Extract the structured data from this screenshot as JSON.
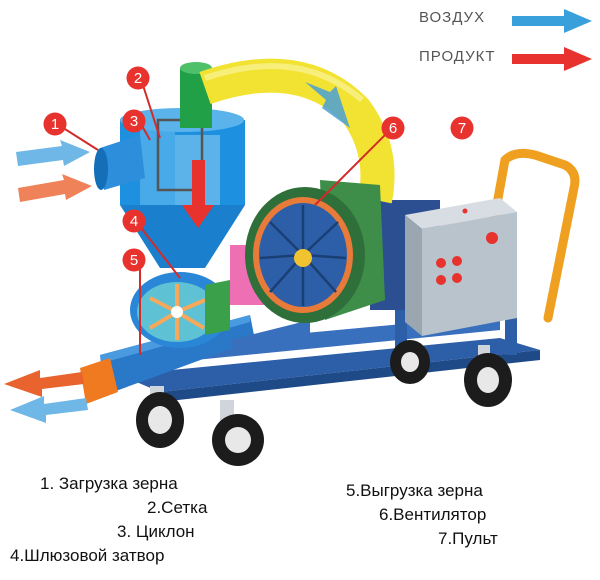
{
  "legend": {
    "air_label": "ВОЗДУХ",
    "product_label": "ПРОДУКТ",
    "air_color": "#3aa0dc",
    "product_color": "#e8322e"
  },
  "markers": [
    "1",
    "2",
    "3",
    "4",
    "5",
    "6",
    "7"
  ],
  "captions": {
    "c1": "1. Загрузка зерна",
    "c2": "2.Сетка",
    "c3": "3. Циклон",
    "c4": "4.Шлюзовой затвор",
    "c5": "5.Выгрузка зерна",
    "c6": "6.Вентилятор",
    "c7": "7.Пульт"
  },
  "colors": {
    "frame": "#2d5fa8",
    "cyclone": "#1e90e0",
    "pipe_yellow": "#f2e231",
    "fan_green": "#3e8e4a",
    "control_box": "#b8c3cc",
    "marker_red": "#e8322e",
    "handle_orange": "#f0a020"
  }
}
